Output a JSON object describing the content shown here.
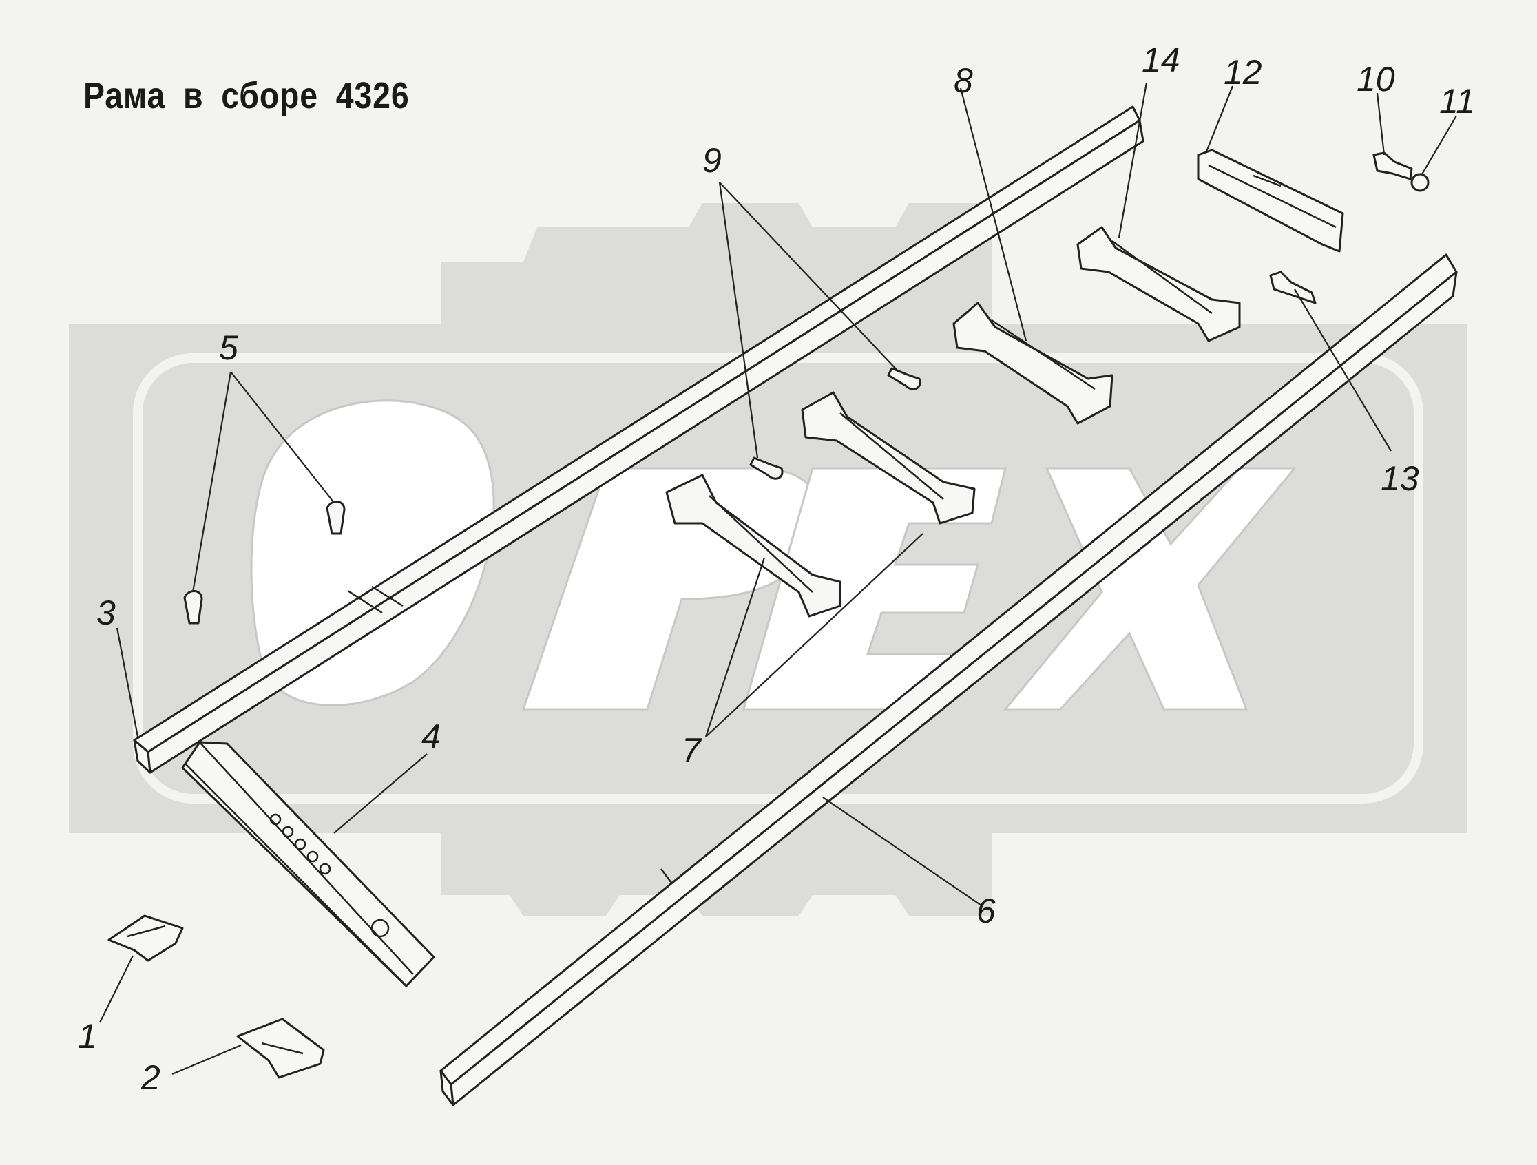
{
  "title": "Рама в сборе 4326",
  "watermark": {
    "text": "OPEX"
  },
  "callouts": [
    {
      "id": "1",
      "label": "1"
    },
    {
      "id": "2",
      "label": "2"
    },
    {
      "id": "3",
      "label": "3"
    },
    {
      "id": "4",
      "label": "4"
    },
    {
      "id": "5",
      "label": "5"
    },
    {
      "id": "6",
      "label": "6"
    },
    {
      "id": "7",
      "label": "7"
    },
    {
      "id": "8",
      "label": "8"
    },
    {
      "id": "9",
      "label": "9"
    },
    {
      "id": "10",
      "label": "10"
    },
    {
      "id": "11",
      "label": "11"
    },
    {
      "id": "12",
      "label": "12"
    },
    {
      "id": "13",
      "label": "13"
    },
    {
      "id": "14",
      "label": "14"
    }
  ]
}
